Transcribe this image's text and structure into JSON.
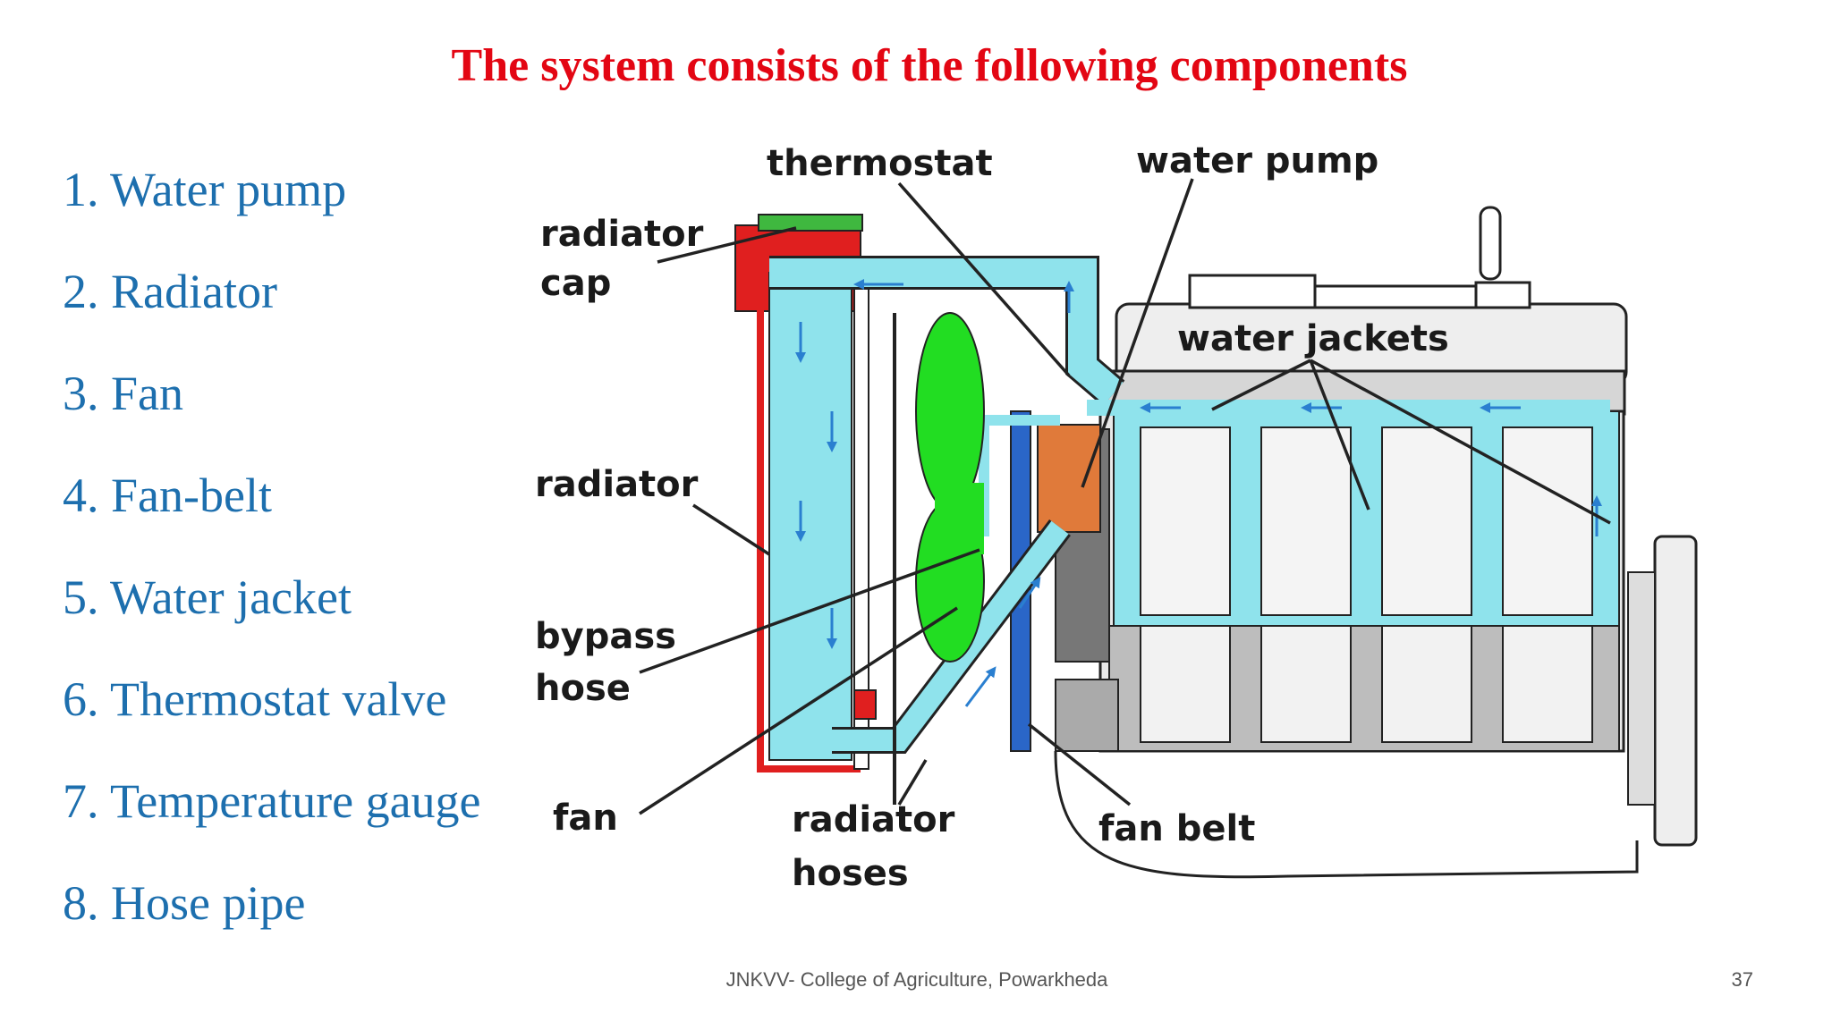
{
  "slide": {
    "title": "The system consists of the following components",
    "components": [
      "1. Water pump",
      "2. Radiator",
      "3. Fan",
      "4. Fan-belt",
      "5. Water jacket",
      "6. Thermostat valve",
      "7. Temperature gauge",
      "8. Hose pipe"
    ],
    "footer": "JNKVV- College of Agriculture, Powarkheda",
    "page_number": "37"
  },
  "diagram": {
    "labels": {
      "thermostat": "thermostat",
      "water_pump": "water pump",
      "radiator_cap_line1": "radiator",
      "radiator_cap_line2": "cap",
      "water_jackets": "water jackets",
      "radiator": "radiator",
      "bypass_hose_line1": "bypass",
      "bypass_hose_line2": "hose",
      "fan": "fan",
      "radiator_hoses_line1": "radiator",
      "radiator_hoses_line2": "hoses",
      "fan_belt": "fan belt"
    },
    "colors": {
      "coolant": "#8fe3ec",
      "radiator_outline": "#e01f1f",
      "fan_blade": "#22dd22",
      "thermostat": "#e07a3a",
      "pulley": "#2a66c8",
      "engine": "#e4e4e4",
      "flow_arrow": "#2a7fd0"
    }
  }
}
